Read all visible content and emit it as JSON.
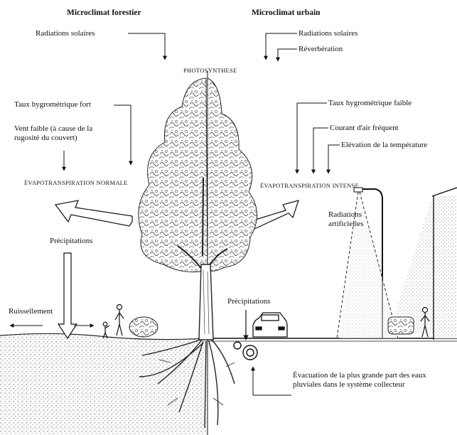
{
  "left_panel": {
    "title": "Microclimat forestier",
    "solar": "Radiations solaires",
    "humidity": "Taux hygrométrique fort",
    "wind": "Vent faible (à cause de la rugosité du couvert)",
    "evapo": "ÉVAPOTRANSPIRATION NORMALE",
    "precip": "Précipitations",
    "runoff": "Ruissellement"
  },
  "center": {
    "photosynthesis": "PHOTOSYNTHESE"
  },
  "right_panel": {
    "title": "Microclimat urbain",
    "solar": "Radiations solaires",
    "reverb": "Réverbération",
    "humidity": "Taux hygrométrique faible",
    "airflow": "Courant d'air fréquent",
    "temperature": "Elévation de la température",
    "evapo": "ÉVAPOTRANSPIRATION INTENSE",
    "artificial": "Radiations artificielles",
    "precip": "Précipitations",
    "drainage": "Évacuation de la plus grande part des eaux pluviales dans le système collecteur"
  },
  "icons": [
    "tree-icon",
    "person-icon",
    "shrub-icon",
    "car-icon",
    "street-lamp-icon",
    "building-icon",
    "drain-pipe-icon"
  ]
}
